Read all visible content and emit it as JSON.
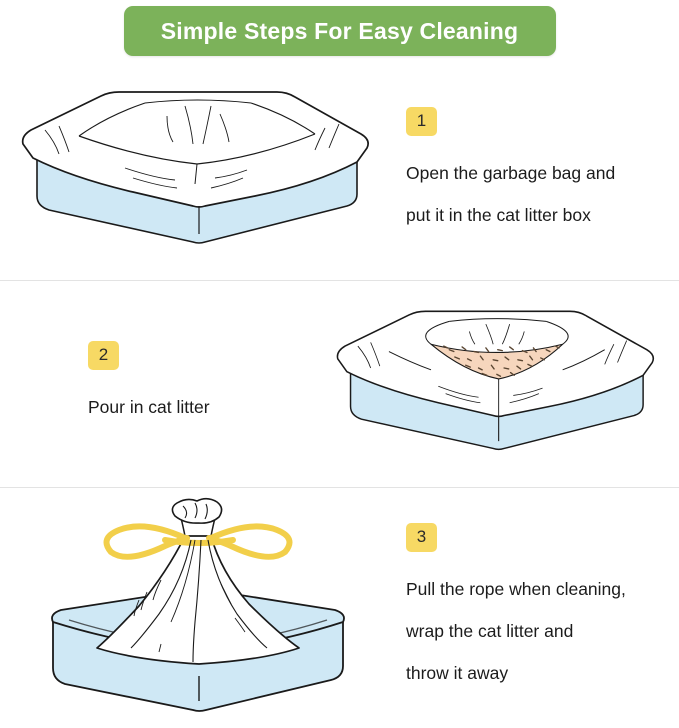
{
  "header": {
    "title": "Simple Steps For Easy Cleaning",
    "background_color": "#7cb25a",
    "text_color": "#ffffff"
  },
  "palette": {
    "badge_background": "#f7d964",
    "badge_text": "#2b2b2b",
    "box_blue": "#cfe8f5",
    "box_blue_dark": "#b9dcee",
    "bag_white": "#ffffff",
    "drawstring_yellow": "#f2cf4a",
    "litter_peach": "#f6d6bd",
    "litter_speck": "#5a4632",
    "outline": "#1a1a1a",
    "divider": "#e3e3e3"
  },
  "steps": [
    {
      "number": "1",
      "lines": [
        "Open the garbage bag and",
        "put it in the cat litter box"
      ],
      "illustration": "litter-box-with-bag",
      "layout": "art-left"
    },
    {
      "number": "2",
      "lines": [
        "Pour in cat litter"
      ],
      "illustration": "litter-box-with-litter",
      "layout": "art-right"
    },
    {
      "number": "3",
      "lines": [
        "Pull the rope when cleaning,",
        "wrap the cat litter and",
        "throw it away"
      ],
      "illustration": "litter-box-bag-tied",
      "layout": "art-left"
    }
  ]
}
